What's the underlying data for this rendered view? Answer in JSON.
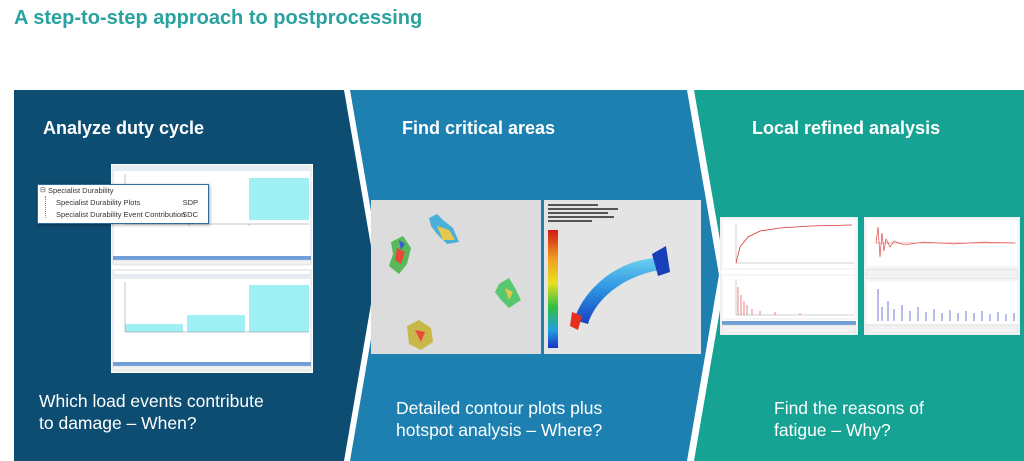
{
  "page": {
    "title": "A step-to-step approach to postprocessing",
    "colors": {
      "title": "#2aa3a0",
      "panel_1": "#0e4d72",
      "panel_2": "#1d80b1",
      "panel_3": "#16a394",
      "text": "#ffffff"
    }
  },
  "panels": [
    {
      "heading": "Analyze duty cycle",
      "caption_line1": "Which load events contribute",
      "caption_line2": "to damage – When?"
    },
    {
      "heading": "Find critical areas",
      "caption_line1": "Detailed contour plots plus",
      "caption_line2": "hotspot analysis – Where?"
    },
    {
      "heading": "Local refined analysis",
      "caption_line1": "Find the reasons of",
      "caption_line2": "fatigue – Why?"
    }
  ],
  "durability_menu": {
    "root_label": "Specialist Durability",
    "icon": "tree-node-icon",
    "items": [
      {
        "label": "Specialist Durability Plots",
        "code": "SDP"
      },
      {
        "label": "Specialist Durability Event Contribution",
        "code": "SDC"
      }
    ]
  },
  "icons": [
    "chevron-right-icon",
    "chevron-right-icon"
  ]
}
